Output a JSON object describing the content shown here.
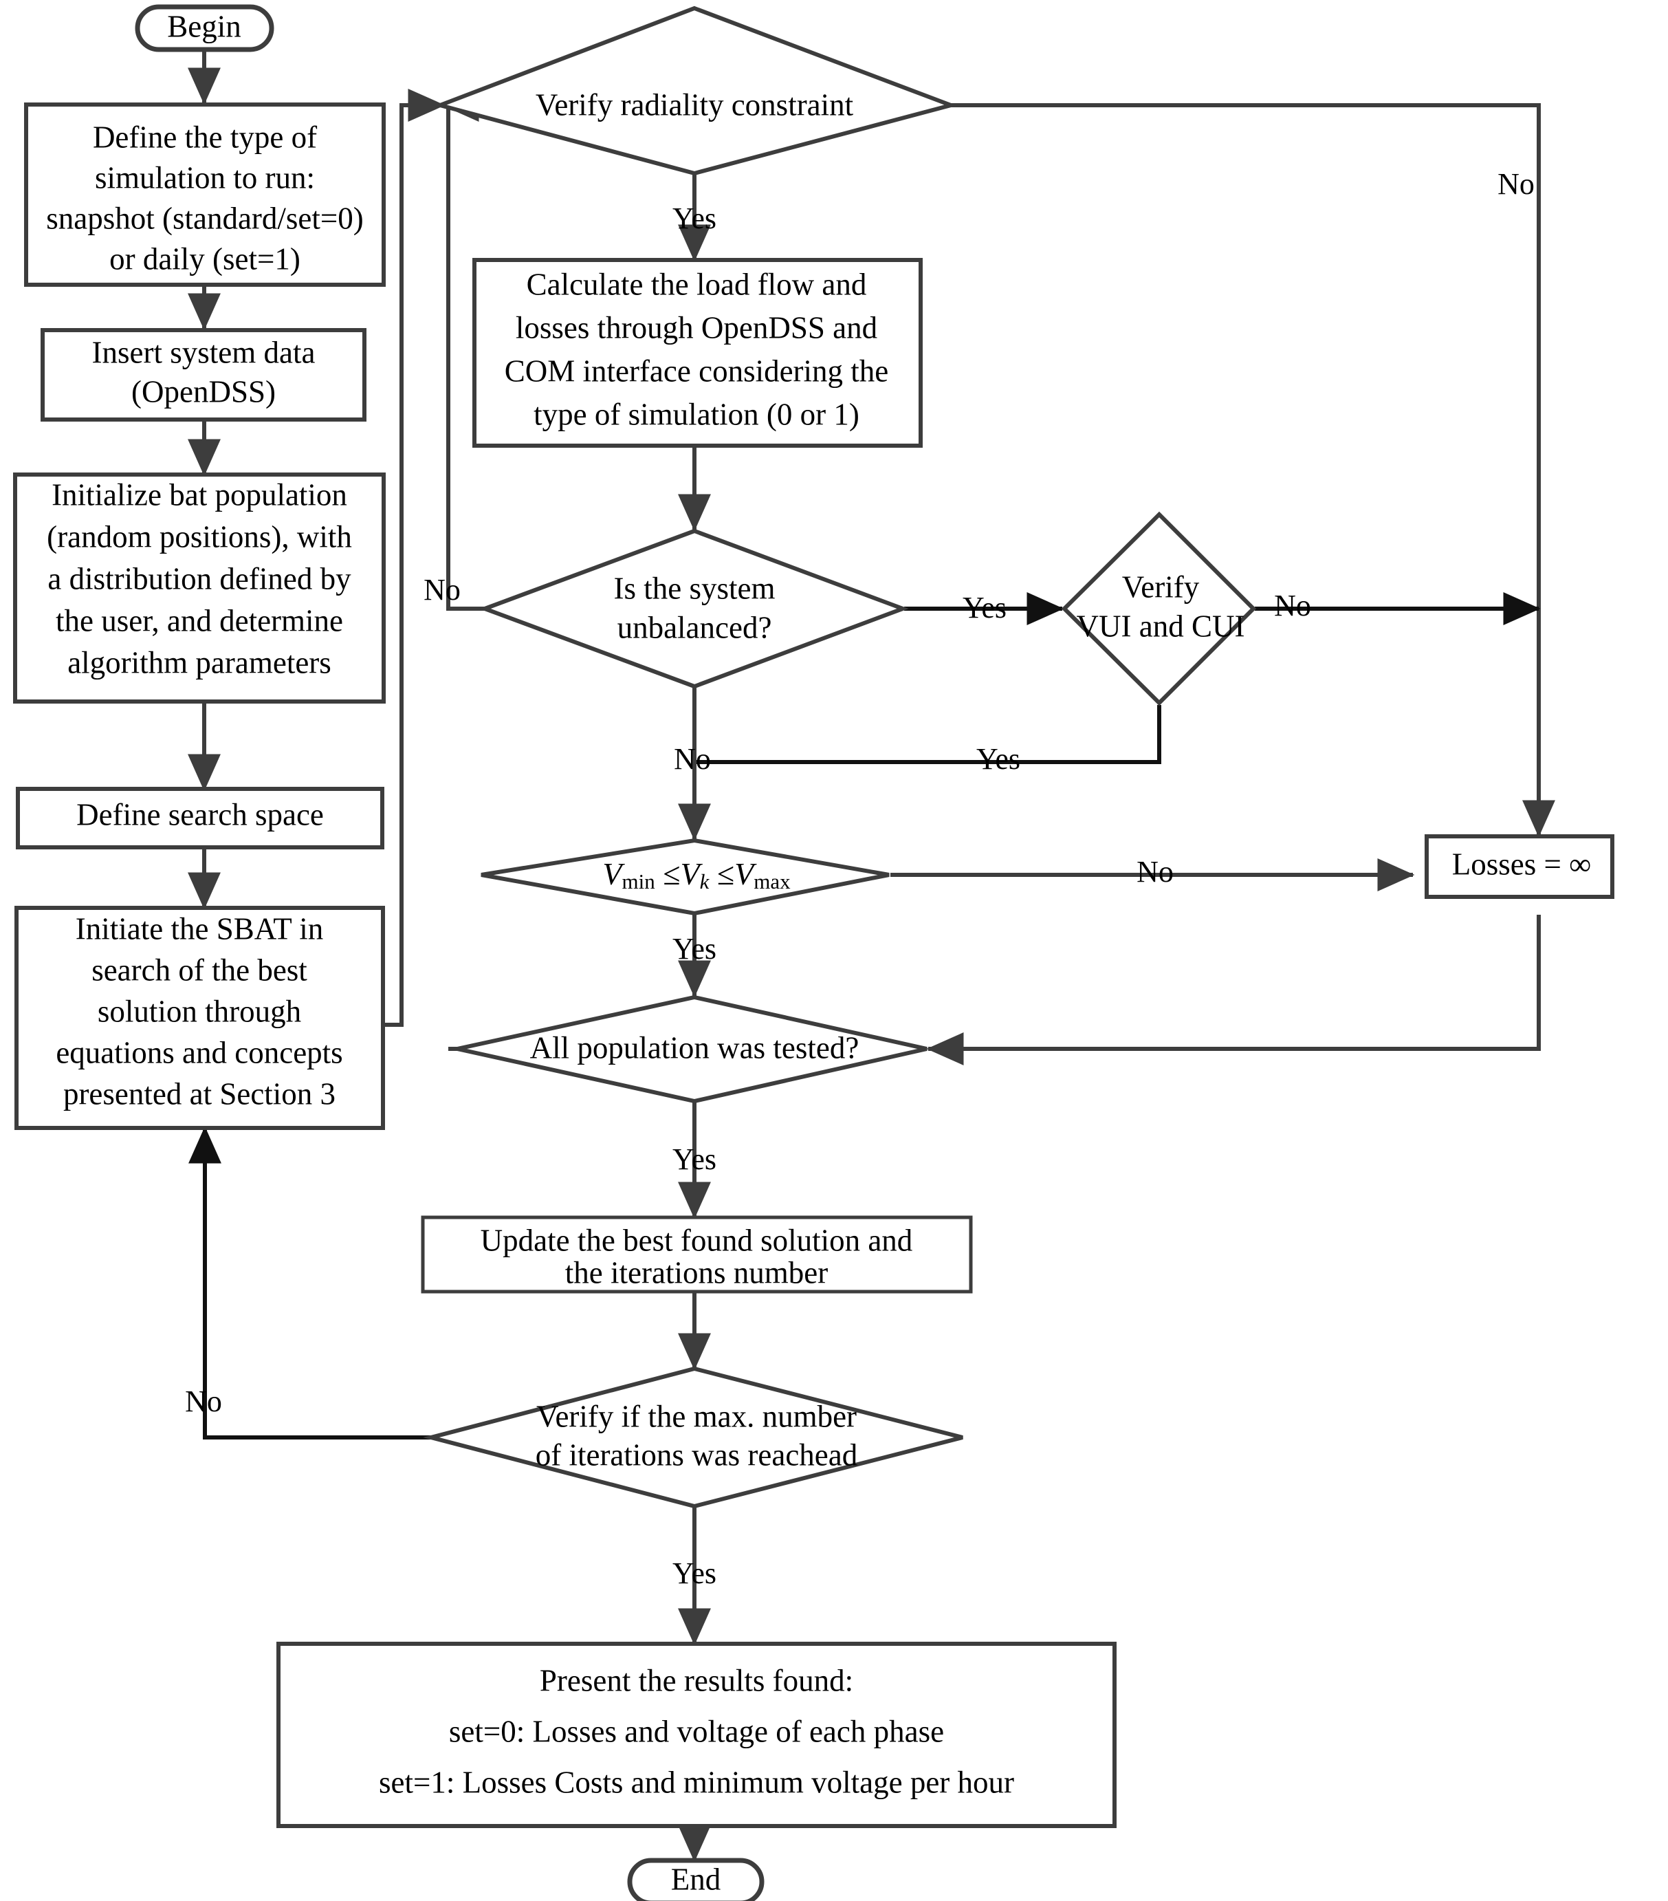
{
  "diagram": {
    "title": "SBAT / OpenDSS optimization flowchart",
    "stroke_color": "#3d3d3d",
    "text_color": "#000000",
    "background_color": "#ffffff"
  },
  "nodes": {
    "begin": {
      "label": "Begin",
      "shape": "terminator"
    },
    "define_simulation": {
      "shape": "process",
      "lines": [
        "Define the type of",
        "simulation to run:",
        "snapshot (standard/set=0)",
        "or daily (set=1)"
      ]
    },
    "insert_system_data": {
      "shape": "process",
      "lines": [
        "Insert system data",
        "(OpenDSS)"
      ]
    },
    "initialize_bats": {
      "shape": "process",
      "lines": [
        "Initialize bat population",
        "(random positions), with",
        "a distribution defined by",
        "the user, and determine",
        "algorithm parameters"
      ]
    },
    "define_search_space": {
      "shape": "process",
      "lines": [
        "Define search space"
      ]
    },
    "initiate_sbat": {
      "shape": "process",
      "lines": [
        "Initiate the SBAT in",
        "search of the best",
        "solution through",
        "equations and concepts",
        "presented at Section 3"
      ]
    },
    "verify_radiality": {
      "shape": "decision",
      "lines": [
        "Verify radiality constraint"
      ]
    },
    "calculate_load_flow": {
      "shape": "process",
      "lines": [
        "Calculate the load flow and",
        "losses through OpenDSS and",
        "COM interface considering the",
        "type of simulation (0 or 1)"
      ]
    },
    "system_unbalanced": {
      "shape": "decision",
      "lines": [
        "Is the system",
        "unbalanced?"
      ]
    },
    "verify_vui_cui": {
      "shape": "decision",
      "lines": [
        "Verify",
        "VUI and CUI"
      ]
    },
    "voltage_limits": {
      "shape": "decision",
      "math": "V_min ≤ V_k ≤ V_max",
      "parts": {
        "v1": "V",
        "sub1": "min",
        "rel1": "≤",
        "v2": "V",
        "sub2": "k",
        "rel2": "≤",
        "v3": "V",
        "sub3": "max"
      }
    },
    "losses_infinite": {
      "shape": "process",
      "lines": [
        "Losses = ∞"
      ]
    },
    "all_population_tested": {
      "shape": "decision",
      "lines": [
        "All population was tested?"
      ]
    },
    "update_best": {
      "shape": "process",
      "lines": [
        "Update the best found solution and",
        "the iterations number"
      ]
    },
    "verify_max_iterations": {
      "shape": "decision",
      "lines": [
        "Verify if the max. number",
        "of iterations was reachead"
      ]
    },
    "present_results": {
      "shape": "process",
      "lines": [
        "Present the results found:",
        "set=0: Losses and voltage of each phase",
        "set=1: Losses Costs and minimum voltage per hour"
      ]
    },
    "end": {
      "label": "End",
      "shape": "terminator"
    }
  },
  "edge_labels": {
    "radiality_yes": "Yes",
    "radiality_no": "No",
    "unbalanced_no_left": "No",
    "unbalanced_yes": "Yes",
    "unbalanced_no_down": "No",
    "vui_no": "No",
    "vui_yes": "Yes",
    "voltage_no": "No",
    "voltage_yes": "Yes",
    "population_yes": "Yes",
    "iterations_no": "No",
    "iterations_yes": "Yes"
  }
}
